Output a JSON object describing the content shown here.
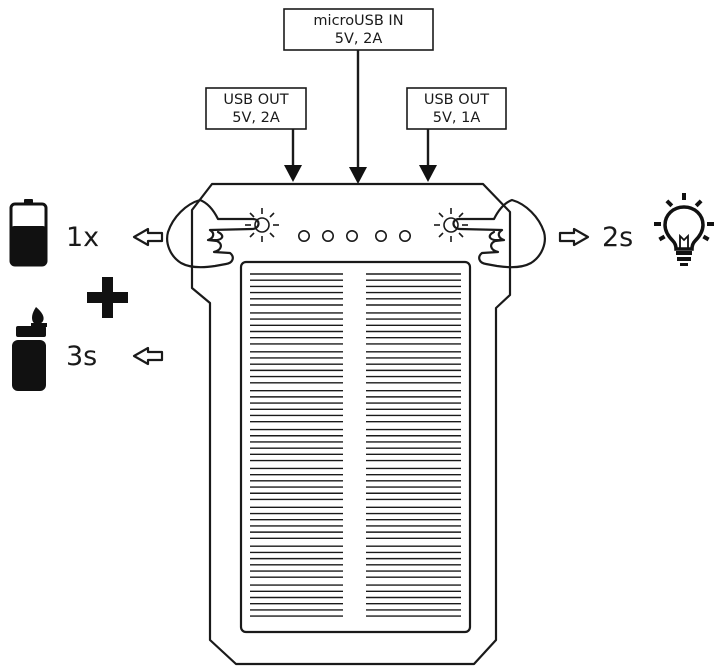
{
  "ports": {
    "usb_out_left": {
      "line1": "USB OUT",
      "line2": "5V, 2A"
    },
    "microusb_in": {
      "line1": "microUSB IN",
      "line2": "5V, 2A"
    },
    "usb_out_right": {
      "line1": "USB OUT",
      "line2": "5V, 1A"
    }
  },
  "actions": {
    "battery_check": "1x",
    "light_button": "2s",
    "lighter_function": "3s"
  },
  "led_indicators_count": 5,
  "solar_panel_line_groups": 9,
  "icons": [
    "battery-icon",
    "lighter-icon",
    "plus-icon",
    "lightbulb-icon",
    "hand-pointer-icon",
    "arrow-left-icon",
    "arrow-right-icon"
  ]
}
